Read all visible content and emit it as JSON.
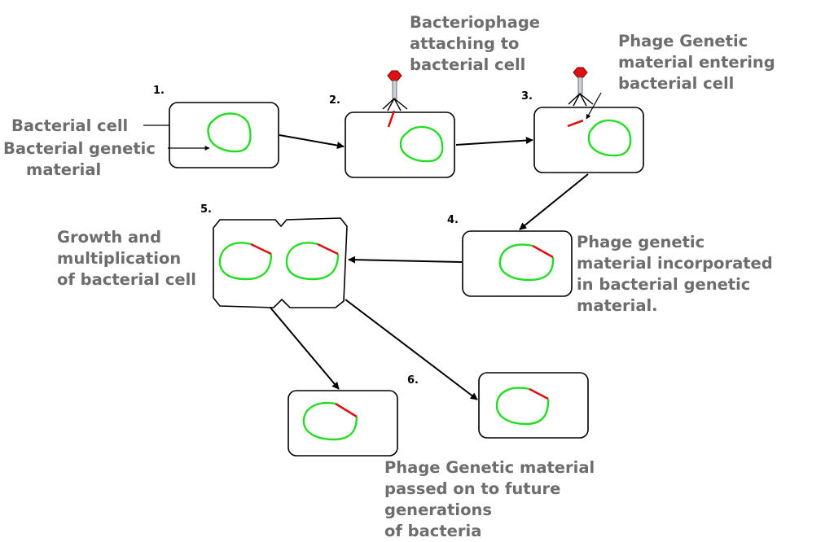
{
  "colors": {
    "cell_border": "#000000",
    "bacterial_dna": "#22dd22",
    "phage_dna": "#dd1111",
    "phage_head": "#dd1111",
    "label_text": "#6d6d6d",
    "step_number": "#000000",
    "arrow": "#000000"
  },
  "steps": [
    "1.",
    "2.",
    "3.",
    "4.",
    "5.",
    "6."
  ],
  "labels": {
    "bacterial_cell": "Bacterial cell",
    "bacterial_genetic_material": [
      "Bacterial genetic",
      "material"
    ],
    "bacteriophage_attaching": [
      "Bacteriophage",
      "attaching to",
      "bacterial cell"
    ],
    "phage_entering": [
      "Phage Genetic",
      "material entering",
      "bacterial cell"
    ],
    "phage_incorporated": [
      "Phage genetic",
      "material incorporated",
      "in bacterial genetic",
      "material."
    ],
    "growth_multiplication": [
      "Growth and",
      "multiplication",
      "of bacterial cell"
    ],
    "passed_on": [
      "Phage Genetic material",
      "passed on to future",
      "generations",
      "of bacteria"
    ]
  },
  "icons": [
    "bacterial-cell-icon",
    "bacteriophage-icon",
    "dna-loop-icon",
    "phage-dna-icon",
    "dividing-cell-icon",
    "arrow-icon"
  ]
}
